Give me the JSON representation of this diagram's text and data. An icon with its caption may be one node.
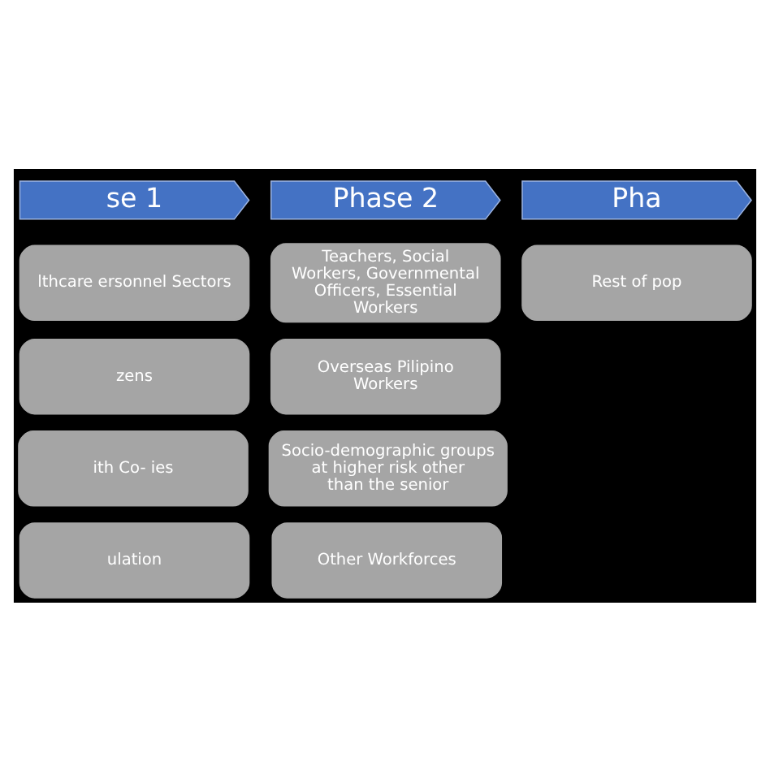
{
  "diagram": {
    "nodes": [
      {
        "text": [
          "se 1"
        ]
      },
      {
        "text": [
          "Phase 2"
        ]
      },
      {
        "text": [
          "Pha"
        ]
      },
      {
        "text": [
          "lthcare ersonnel Sectors"
        ]
      },
      {
        "text": [
          "Teachers, Social Workers, Governmental Officers, Essential Workers"
        ]
      },
      {
        "text": [
          "Rest of pop"
        ]
      },
      {
        "text": [
          "zens"
        ]
      },
      {
        "text": [
          "Overseas Pilipino Workers"
        ]
      },
      {
        "text": [
          "ith Co- ies"
        ]
      },
      {
        "text": [
          "Socio-demographic groups at higher risk other than the senior"
        ]
      },
      {
        "text": [
          "ulation"
        ]
      },
      {
        "text": [
          "Other Workforces"
        ]
      }
    ],
    "edges": []
  }
}
